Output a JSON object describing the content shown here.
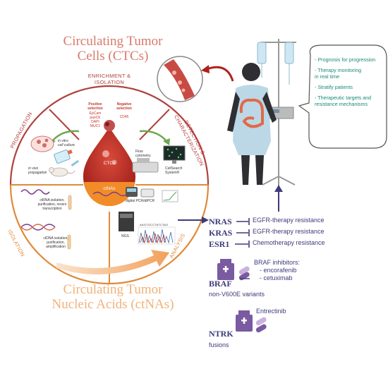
{
  "ctc": {
    "title_line1": "Circulating Tumor",
    "title_line2": "Cells (CTCs)"
  },
  "ctna": {
    "title_line1": "Circulating Tumor",
    "title_line2": "Nucleic Acids (ctNAs)"
  },
  "sections": {
    "enrichment_line1": "ENRICHMENT &",
    "enrichment_line2": "ISOLATION",
    "detection_line1": "DETECTION &",
    "detection_line2": "CHARACTERIZATION",
    "propagation": "PROPAGATION",
    "isolation": "ISOLATION",
    "analysis": "ANALYSIS"
  },
  "labels": {
    "positive_selection": [
      "Positive",
      "selection"
    ],
    "negative_selection": [
      "Negative",
      "selection"
    ],
    "markers_pos": [
      "EpCam",
      "panCK",
      "DAPI",
      "MUC1"
    ],
    "marker_neg": "CD45",
    "in_vitro": [
      "in vitro",
      "cell culture"
    ],
    "in_vivo": [
      "in vivo",
      "propagation"
    ],
    "flow": [
      "Flow",
      "cytometry"
    ],
    "cellsearch": [
      "CellSearch",
      "System®"
    ],
    "ctcs": "CTCs",
    "ctnas": "ctNAs",
    "digital_pcr": "digital PCR",
    "ddpcr": "ddPCR",
    "ctrna": [
      "ctRNA isolation,",
      "purification, revers",
      "transcription"
    ],
    "ctdna": [
      "ctDNA isolation,",
      "purification,",
      "amplification"
    ],
    "ngs": "NGS",
    "seq": "AAGTGCCTATCTAG"
  },
  "bubble": [
    "- Prognosis for progression",
    "- Therapy monitoring",
    "  in real time",
    "- Stratify patients",
    "- Therapeutic targets and",
    "  resistance mechanisms"
  ],
  "genes": [
    {
      "name": "NRAS",
      "text": "EGFR-therapy resistance"
    },
    {
      "name": "KRAS",
      "text": "EGFR-therapy resistance"
    },
    {
      "name": "ESR1",
      "text": "Chemotherapy resistance"
    }
  ],
  "braf": {
    "name": "BRAF",
    "variant": "non-V600E variants",
    "inhibitors_title": "BRAF inhibitors:",
    "drugs": [
      "- encorafenib",
      "- cetuximab"
    ]
  },
  "ntrk": {
    "name": "NTRK",
    "variant": "fusions",
    "drug": "Entrectinib"
  },
  "colors": {
    "dark_red": "#b0413e",
    "orange": "#e08a3a",
    "navy": "#3e3a7a",
    "teal": "#1a8a7a",
    "green": "#6aa84f"
  }
}
